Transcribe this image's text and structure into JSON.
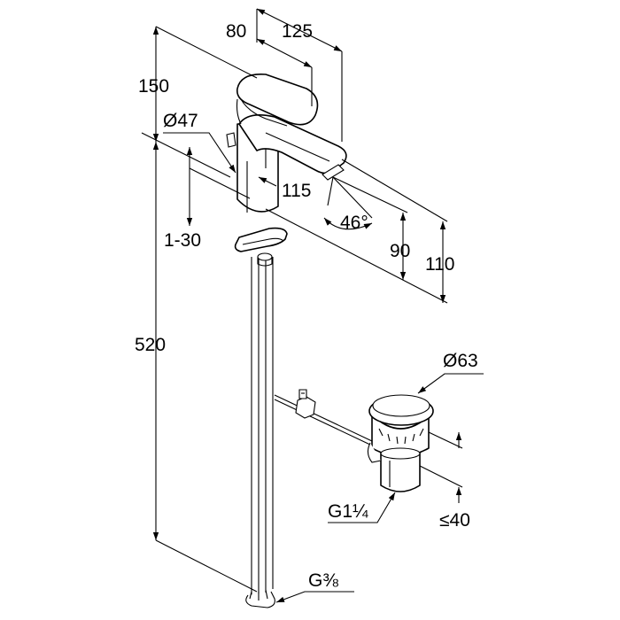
{
  "dimensions": {
    "d80": "80",
    "d125": "125",
    "d150": "150",
    "d47": "Ø47",
    "d115": "115",
    "d1_30": "1-30",
    "d46": "46°",
    "d90": "90",
    "d110": "110",
    "d520": "520",
    "d63": "Ø63",
    "dG114": "G1¼",
    "d40": "≤40",
    "dG38": "G⅜"
  }
}
